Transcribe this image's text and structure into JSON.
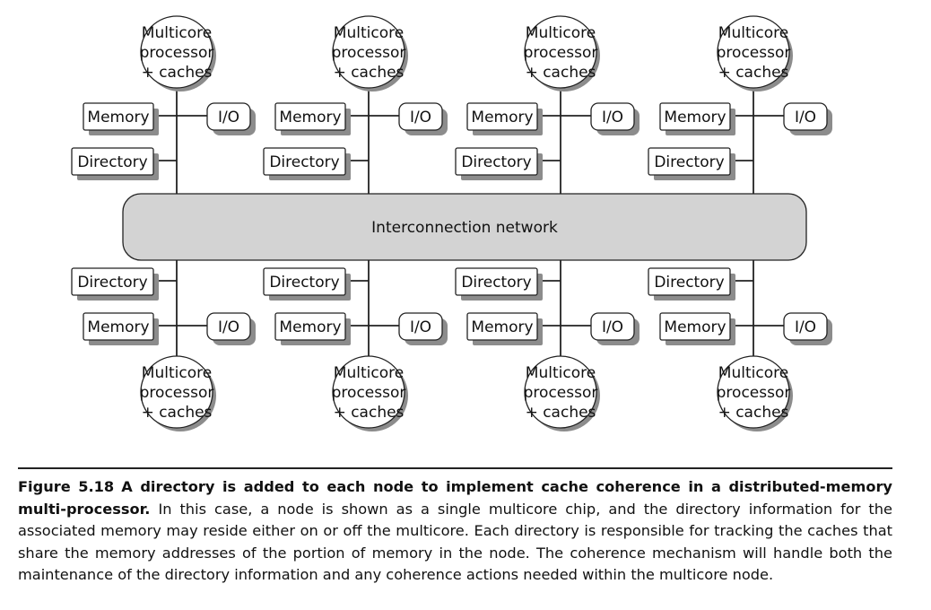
{
  "diagram": {
    "processor_label": [
      "Multicore",
      "processor",
      "+ caches"
    ],
    "memory_label": "Memory",
    "io_label": "I/O",
    "directory_label": "Directory",
    "network_label": "Interconnection network",
    "nodes_per_row": 4,
    "colors": {
      "network_fill": "#d3d3d3",
      "box_fill": "#ffffff",
      "shadow": "#8c8c8c",
      "line": "#222222"
    }
  },
  "caption": {
    "label": "Figure 5.18",
    "bold_text": "A directory is added to each node to implement cache coherence in a distributed-memory multi-processor.",
    "body_text": "In this case, a node is shown as a single multicore chip, and the directory information for the associated memory may reside either on or off the multicore. Each directory is responsible for tracking the caches that share the memory addresses of the portion of memory in the node. The coherence mechanism will handle both the maintenance of the directory information and any coherence actions needed within the multicore node."
  }
}
